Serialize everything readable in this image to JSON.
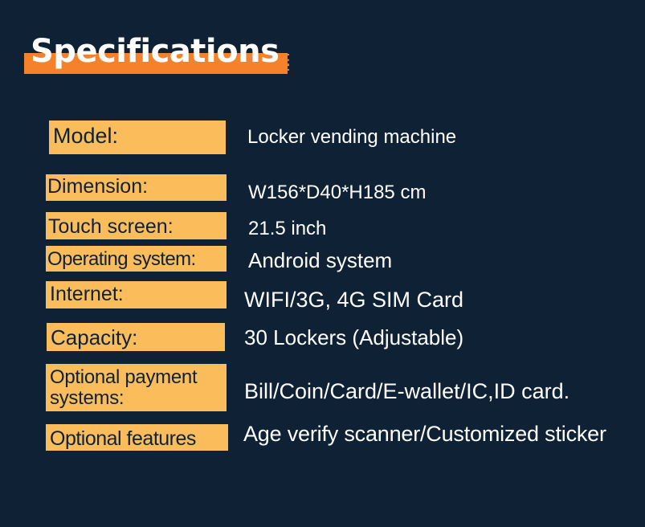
{
  "title": "Specifications",
  "colors": {
    "background": "#0f2235",
    "accent": "#f5822a",
    "label_bg": "#fbbd5c",
    "text": "#ffffff"
  },
  "specs": [
    {
      "label": "Model:",
      "value": "Locker vending machine"
    },
    {
      "label": "Dimension:",
      "value": "W156*D40*H185 cm"
    },
    {
      "label": "Touch screen:",
      "value": "21.5 inch"
    },
    {
      "label": "Operating system:",
      "value": "Android system"
    },
    {
      "label": "Internet:",
      "value": "WIFI/3G, 4G SIM Card"
    },
    {
      "label": "Capacity:",
      "value": "30 Lockers (Adjustable)"
    },
    {
      "label": "Optional payment\nsystems:",
      "value": "Bill/Coin/Card/E-wallet/IC,ID card."
    },
    {
      "label": "Optional features",
      "value": "Age verify scanner/Customized sticker"
    }
  ]
}
